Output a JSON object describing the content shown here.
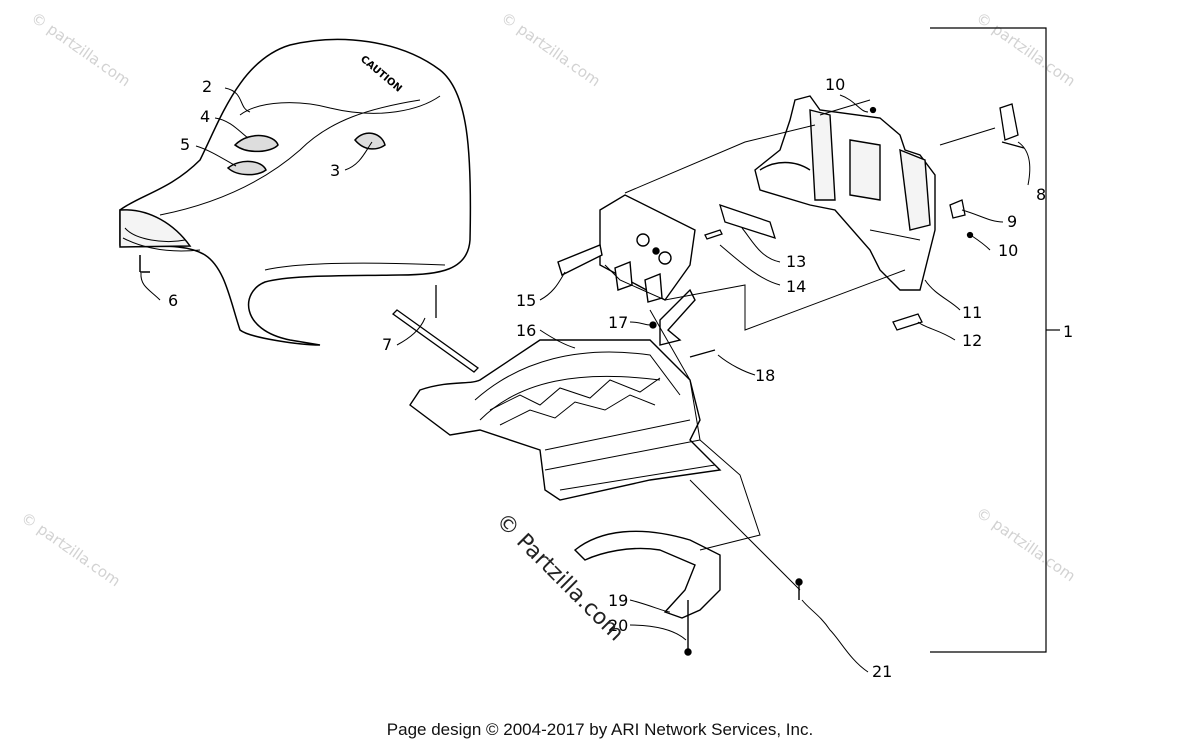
{
  "diagram": {
    "callouts": [
      "1",
      "2",
      "3",
      "4",
      "5",
      "6",
      "7",
      "8",
      "9",
      "10",
      "10",
      "11",
      "12",
      "13",
      "14",
      "15",
      "16",
      "17",
      "18",
      "19",
      "20",
      "21"
    ],
    "warning_label": "CAUTION",
    "watermark": "© Partzilla.com",
    "watermark_small": "© partzilla.com"
  },
  "footer": {
    "text": "Page design © 2004-2017 by ARI Network Services, Inc."
  }
}
